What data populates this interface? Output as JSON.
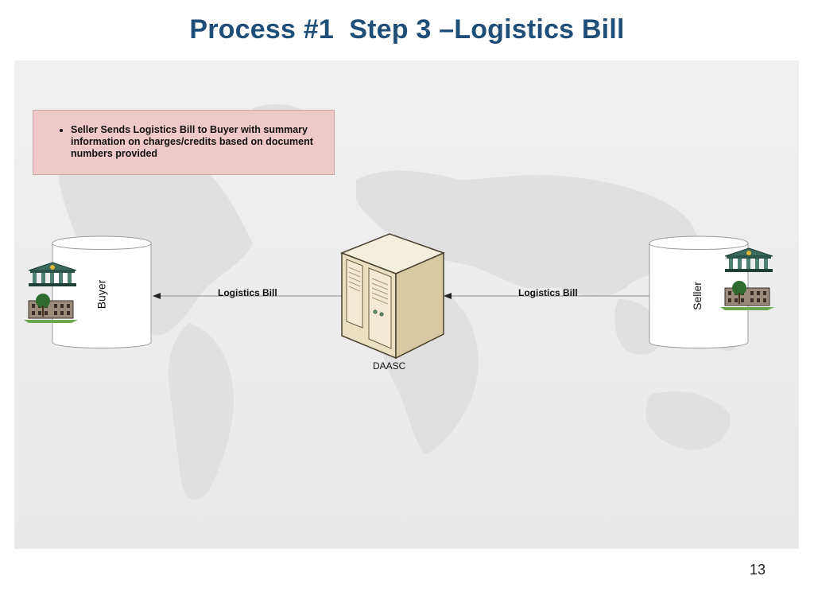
{
  "slide": {
    "title": "Process #1  Step 3 –Logistics Bill",
    "page_number": "13"
  },
  "note": {
    "bullets": [
      "Seller Sends Logistics Bill to Buyer with summary information on charges/credits based on document numbers provided"
    ]
  },
  "diagram": {
    "buyer_label": "Buyer",
    "seller_label": "Seller",
    "server_label": "DAASC",
    "left_flow_label": "Logistics Bill",
    "right_flow_label": "Logistics Bill"
  },
  "colors": {
    "title": "#1f4e79",
    "note_fill": "#efc9c8",
    "panel": "#ececec"
  },
  "icons": [
    "bank-icon",
    "building-icon",
    "server-icon",
    "world-map-background"
  ]
}
